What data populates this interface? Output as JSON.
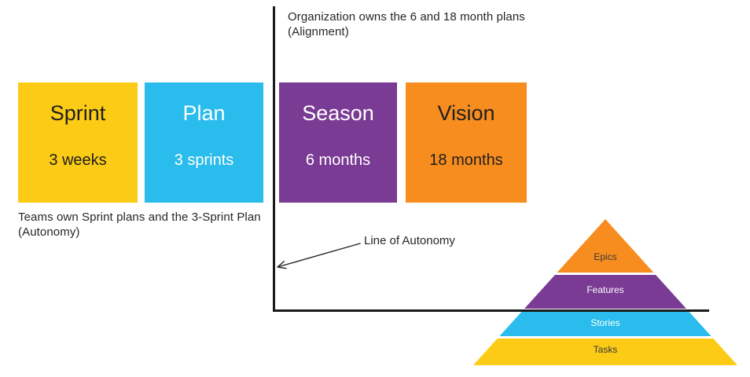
{
  "slide": {
    "background": "#FFFFFF"
  },
  "colors": {
    "yellow": "#FBCB15",
    "cyan": "#29BCEC",
    "purple": "#7A3B94",
    "orange": "#F78D1E",
    "divider_line": "#1A1A1A",
    "text_dark": "#1F1F1F",
    "text_light": "#FFFFFF"
  },
  "annotations": {
    "alignment_line1": "Organization owns the 6 and 18 month plans",
    "alignment_line2": "(Alignment)",
    "autonomy_line1": "Teams own Sprint plans and the 3-Sprint Plan",
    "autonomy_line2": "(Autonomy)",
    "line_of_autonomy": "Line of Autonomy"
  },
  "boxes": [
    {
      "title": "Sprint",
      "subtitle": "3 weeks",
      "color": "#FBCB15",
      "text_color": "#1F1F1F"
    },
    {
      "title": "Plan",
      "subtitle": "3 sprints",
      "color": "#29BCEC",
      "text_color": "#FFFFFF"
    },
    {
      "title": "Season",
      "subtitle": "6 months",
      "color": "#7A3B94",
      "text_color": "#FFFFFF"
    },
    {
      "title": "Vision",
      "subtitle": "18 months",
      "color": "#F78D1E",
      "text_color": "#1F1F1F"
    }
  ],
  "pyramid": {
    "levels": [
      {
        "label": "Epics",
        "color": "#F78D1E",
        "text_color": "#3A3A3A"
      },
      {
        "label": "Features",
        "color": "#7A3B94",
        "text_color": "#FFFFFF"
      },
      {
        "label": "Stories",
        "color": "#29BCEC",
        "text_color": "#FFFFFF"
      },
      {
        "label": "Tasks",
        "color": "#FBCB15",
        "text_color": "#3A3A3A"
      }
    ]
  }
}
